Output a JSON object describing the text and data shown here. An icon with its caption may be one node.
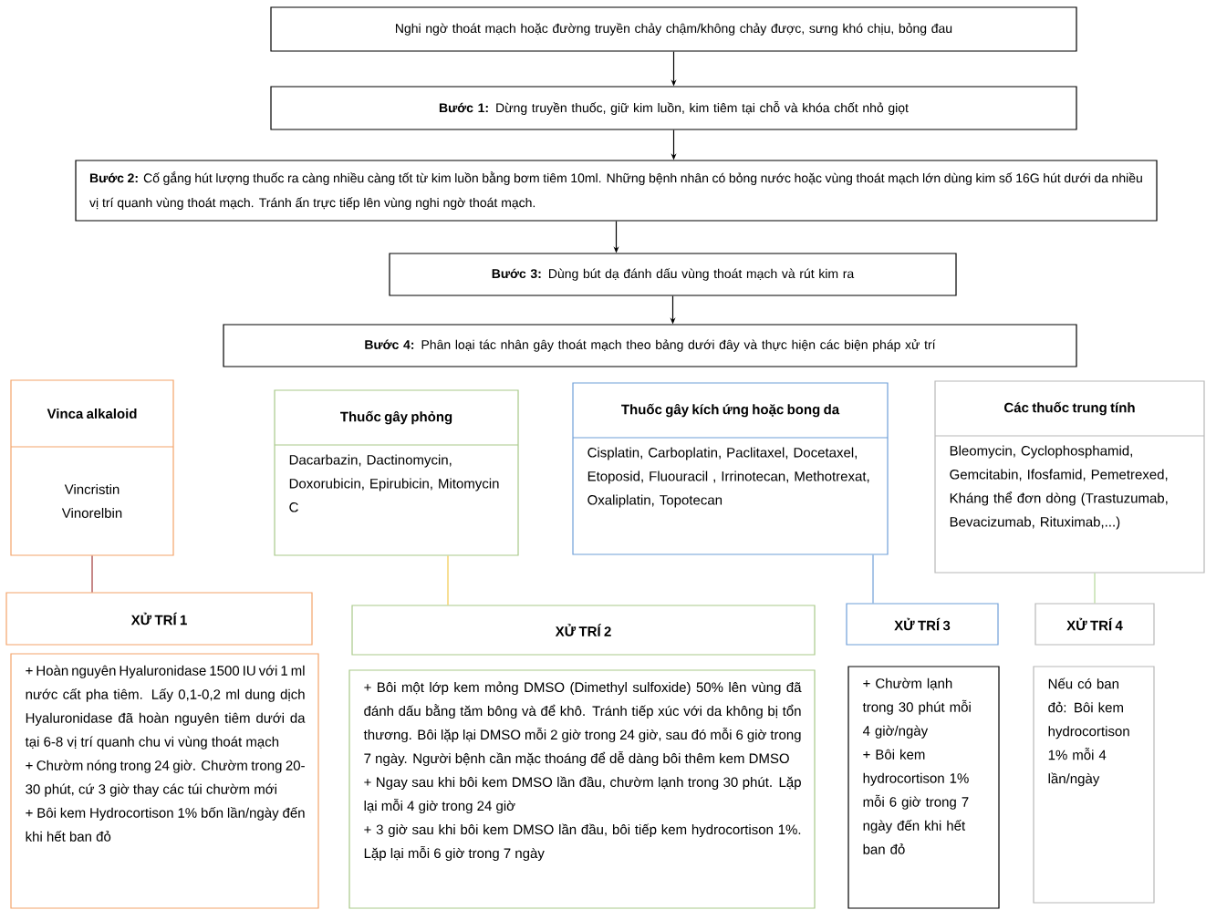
{
  "diagram": {
    "nodes": [
      {
        "text": [
          "Nghi ngờ thoát mạch hoặc đường truyền chảy chậm/không chảy được, sưng khó chịu, bỏng đau"
        ]
      },
      {
        "text": [
          "**Bước 1:** Dừng truyền thuốc, giữ kim luồn, kim tiêm tại chỗ và khóa chốt nhỏ giọt"
        ]
      },
      {
        "text": [
          "**Bước 2:** Cố gắng hút lượng thuốc ra càng nhiều càng tốt từ kim luồn bằng bơm tiêm 10ml. Những bệnh nhân có bỏng nước hoặc vùng thoát mạch lớn dùng kim số 16G hút dưới da nhiều vị trí quanh vùng thoát mạch. Tránh ấn trực tiếp lên vùng nghi ngờ thoát mạch."
        ]
      },
      {
        "text": [
          "**Bước 3:** Dùng bút dạ đánh dấu vùng thoát mạch và rút kim ra"
        ]
      },
      {
        "text": [
          "**Bước 4:** Phân loại tác nhân gây thoát mạch theo bảng dưới đây và thực hiện các biện pháp xử trí"
        ]
      },
      {
        "text": [
          "Vinca alkaloid",
          "Vincristin Vinorelbin"
        ]
      },
      {
        "text": [
          "Thuốc gây phỏng",
          "Dacarbazin, Dactinomycin, Doxorubicin, Epirubicin, Mitomycin C"
        ]
      },
      {
        "text": [
          "Thuốc gây kích ứng hoặc bong da",
          "Cisplatin, Carboplatin, Paclitaxel, Docetaxel, Etoposid, Fluouracil , Irrinotecan, Methotrexat, Oxaliplatin, Topotecan"
        ]
      },
      {
        "text": [
          "Các thuốc trung tính",
          "Bleomycin, Cyclophosphamid, Gemcitabin, Ifosfamid, Pemetrexed, Kháng thể đơn dòng (Trastuzumab, Bevacizumab, Rituximab,...)"
        ]
      },
      {
        "text": [
          "XỬ TRÍ 1"
        ]
      },
      {
        "text": [
          "XỬ TRÍ 2"
        ]
      },
      {
        "text": [
          "XỬ TRÍ 3"
        ]
      },
      {
        "text": [
          "XỬ TRÍ 4"
        ]
      },
      {
        "text": [
          "+ Hoàn nguyên Hyaluronidase 1500 IU với 1 ml nước cất pha tiêm. Lấy 0,1-0,2 ml dung dịch Hyaluronidase đã hoàn nguyên tiêm dưới da tại 6-8 vị trí quanh chu vi vùng thoát mạch",
          "+ Chườm nóng trong 24 giờ. Chườm trong 20-30 phút, cứ 3 giờ thay các túi chườm mới",
          "+ Bôi kem Hydrocortison 1% bốn lần/ngày đến khi hết ban đỏ"
        ]
      },
      {
        "text": [
          "+ Bôi một lớp kem mỏng DMSO (Dimethyl sulfoxide) 50% lên vùng đã đánh dấu bằng tăm bông và để khô. Tránh tiếp xúc với da không bị tổn thương. Bôi lặp lại DMSO mỗi 2 giờ trong 24 giờ, sau đó mỗi 6 giờ trong 7 ngày. Người bệnh cần mặc thoáng để dễ dàng bôi thêm kem DMSO",
          "+ Ngay sau khi bôi kem DMSO lần đầu, chườm lạnh trong 30 phút. Lặp lại mỗi 4 giờ trong 24 giờ",
          "+ 3 giờ sau khi bôi kem DMSO lần đầu, bôi tiếp kem hydrocortison 1%. Lặp lại mỗi 6 giờ trong 7 ngày"
        ]
      },
      {
        "text": [
          "+ Chườm lạnh trong 30 phút mỗi 4 giờ/ngày",
          "+ Bôi kem hydrocortison 1% mỗi 6 giờ trong 7 ngày đến khi hết ban đỏ"
        ]
      },
      {
        "text": [
          "Nếu có ban đỏ: Bôi kem hydrocortison 1% mỗi 4 lần/ngày"
        ]
      }
    ],
    "edges": [
      {
        "from": 0,
        "to": 1,
        "arrow": "to"
      },
      {
        "from": 1,
        "to": 2,
        "arrow": "to"
      },
      {
        "from": 2,
        "to": 3,
        "arrow": "to"
      },
      {
        "from": 3,
        "to": 4,
        "arrow": "to"
      },
      {
        "from": 5,
        "to": 9,
        "arrow": "none",
        "color": "#a23b3b"
      },
      {
        "from": 6,
        "to": 10,
        "arrow": "none",
        "color": "#f2c94c"
      },
      {
        "from": 7,
        "to": 11,
        "arrow": "none",
        "color": "#6f9fd8"
      },
      {
        "from": 8,
        "to": 12,
        "arrow": "none",
        "color": "#b5d89a"
      }
    ]
  }
}
